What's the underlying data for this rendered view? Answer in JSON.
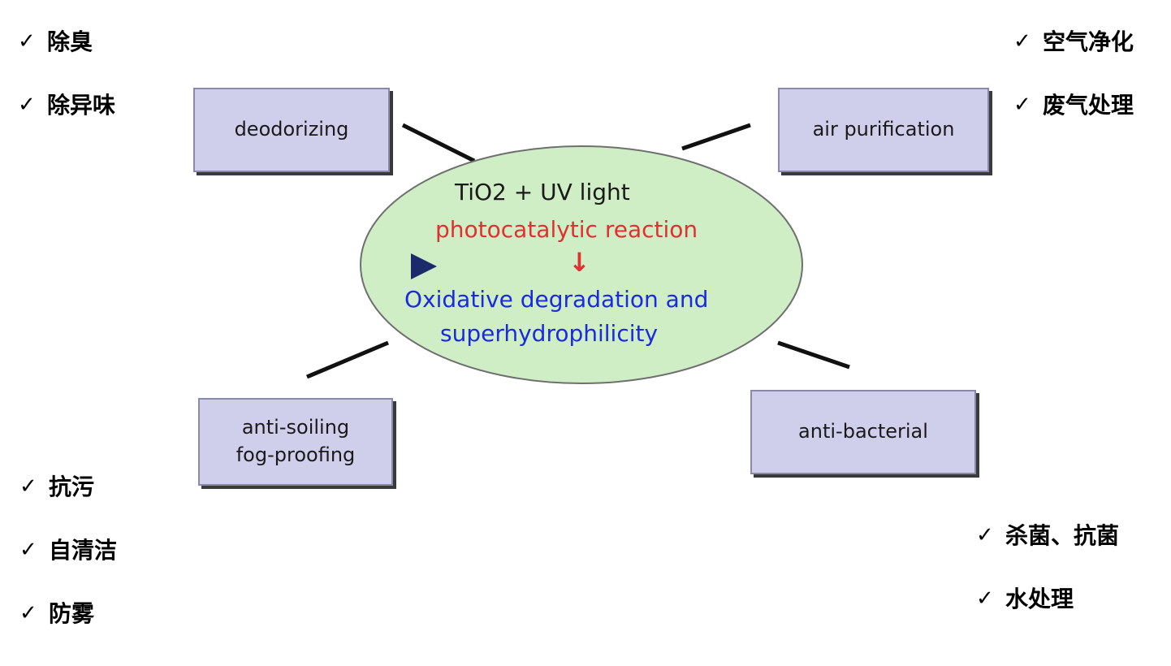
{
  "check_mark": "✓",
  "applications": {
    "top_left": [
      "除臭",
      "除异味"
    ],
    "top_right": [
      "空气净化",
      "废气处理"
    ],
    "bottom_left": [
      "抗污",
      "自清洁",
      "防雾"
    ],
    "bottom_right": [
      "杀菌、抗菌",
      "水处理"
    ]
  },
  "diagram": {
    "center": {
      "formula": "TiO2 + UV light",
      "reaction": "photocatalytic reaction",
      "arrow": "↓",
      "result_line1": "Oxidative degradation and",
      "result_line2": "superhydrophilicity"
    },
    "boxes": {
      "deodorizing": "deodorizing",
      "air_purification": "air purification",
      "anti_soiling": "anti-soiling",
      "fog_proofing": "fog-proofing",
      "anti_bacterial": "anti-bacterial"
    },
    "colors": {
      "ellipse_fill": "#cfeec6",
      "box_fill": "#cfcfeb",
      "reaction_text": "#e03030",
      "result_text": "#1a2adf",
      "pointer": "#1a2a6a"
    },
    "pointer_icon": "triangle-right-icon"
  }
}
